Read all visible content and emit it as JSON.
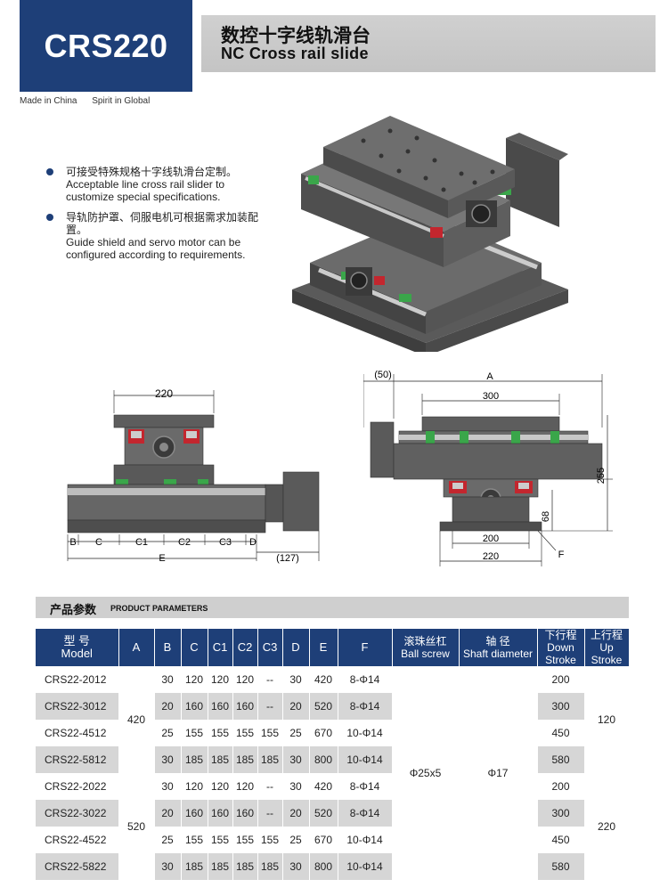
{
  "header": {
    "model_code": "CRS220",
    "title_cn": "数控十字线轨滑台",
    "title_en": "NC Cross rail slide",
    "tagline": [
      "Made in China",
      "Spirit in Global"
    ]
  },
  "features": [
    {
      "cn": "可接受特殊规格十字线轨滑台定制。",
      "en1": "Acceptable line cross rail slider to",
      "en2": "customize special specifications."
    },
    {
      "cn": "导轨防护罩、伺服电机可根据需求加装配置。",
      "en1": "Guide shield and servo motor can be",
      "en2": "configured according to requirements."
    }
  ],
  "drawing_left": {
    "labels": {
      "w220": "220",
      "B": "B",
      "C": "C",
      "C1": "C1",
      "C2": "C2",
      "C3": "C3",
      "D": "D",
      "E": "E",
      "p127": "(127)"
    }
  },
  "drawing_right": {
    "labels": {
      "p50": "(50)",
      "A": "A",
      "w300": "300",
      "h255": "255",
      "h68": "68",
      "w200": "200",
      "w220": "220",
      "F": "F"
    }
  },
  "section": {
    "cn": "产品参数",
    "en": "PRODUCT PARAMETERS"
  },
  "table": {
    "headers": {
      "model_cn": "型 号",
      "model_en": "Model",
      "A": "A",
      "B": "B",
      "C": "C",
      "C1": "C1",
      "C2": "C2",
      "C3": "C3",
      "D": "D",
      "E": "E",
      "F": "F",
      "screw_cn": "滚珠丝杠",
      "screw_en": "Ball screw",
      "shaft_cn": "轴 径",
      "shaft_en": "Shaft diameter",
      "down_cn": "下行程",
      "down_en1": "Down",
      "down_en2": "Stroke",
      "up_cn": "上行程",
      "up_en1": "Up",
      "up_en2": "Stroke"
    },
    "rows": [
      {
        "model": "CRS22-2012",
        "B": "30",
        "C": "120",
        "C1": "120",
        "C2": "120",
        "C3": "--",
        "D": "30",
        "E": "420",
        "F": "8-Φ14",
        "down": "200"
      },
      {
        "model": "CRS22-3012",
        "B": "20",
        "C": "160",
        "C1": "160",
        "C2": "160",
        "C3": "--",
        "D": "20",
        "E": "520",
        "F": "8-Φ14",
        "down": "300"
      },
      {
        "model": "CRS22-4512",
        "B": "25",
        "C": "155",
        "C1": "155",
        "C2": "155",
        "C3": "155",
        "D": "25",
        "E": "670",
        "F": "10-Φ14",
        "down": "450"
      },
      {
        "model": "CRS22-5812",
        "B": "30",
        "C": "185",
        "C1": "185",
        "C2": "185",
        "C3": "185",
        "D": "30",
        "E": "800",
        "F": "10-Φ14",
        "down": "580"
      },
      {
        "model": "CRS22-2022",
        "B": "30",
        "C": "120",
        "C1": "120",
        "C2": "120",
        "C3": "--",
        "D": "30",
        "E": "420",
        "F": "8-Φ14",
        "down": "200"
      },
      {
        "model": "CRS22-3022",
        "B": "20",
        "C": "160",
        "C1": "160",
        "C2": "160",
        "C3": "--",
        "D": "20",
        "E": "520",
        "F": "8-Φ14",
        "down": "300"
      },
      {
        "model": "CRS22-4522",
        "B": "25",
        "C": "155",
        "C1": "155",
        "C2": "155",
        "C3": "155",
        "D": "25",
        "E": "670",
        "F": "10-Φ14",
        "down": "450"
      },
      {
        "model": "CRS22-5822",
        "B": "30",
        "C": "185",
        "C1": "185",
        "C2": "185",
        "C3": "185",
        "D": "30",
        "E": "800",
        "F": "10-Φ14",
        "down": "580"
      }
    ],
    "groups": {
      "A1": "420",
      "A2": "520",
      "screw": "Φ25x5",
      "shaft": "Φ17",
      "up1": "120",
      "up2": "220"
    }
  }
}
